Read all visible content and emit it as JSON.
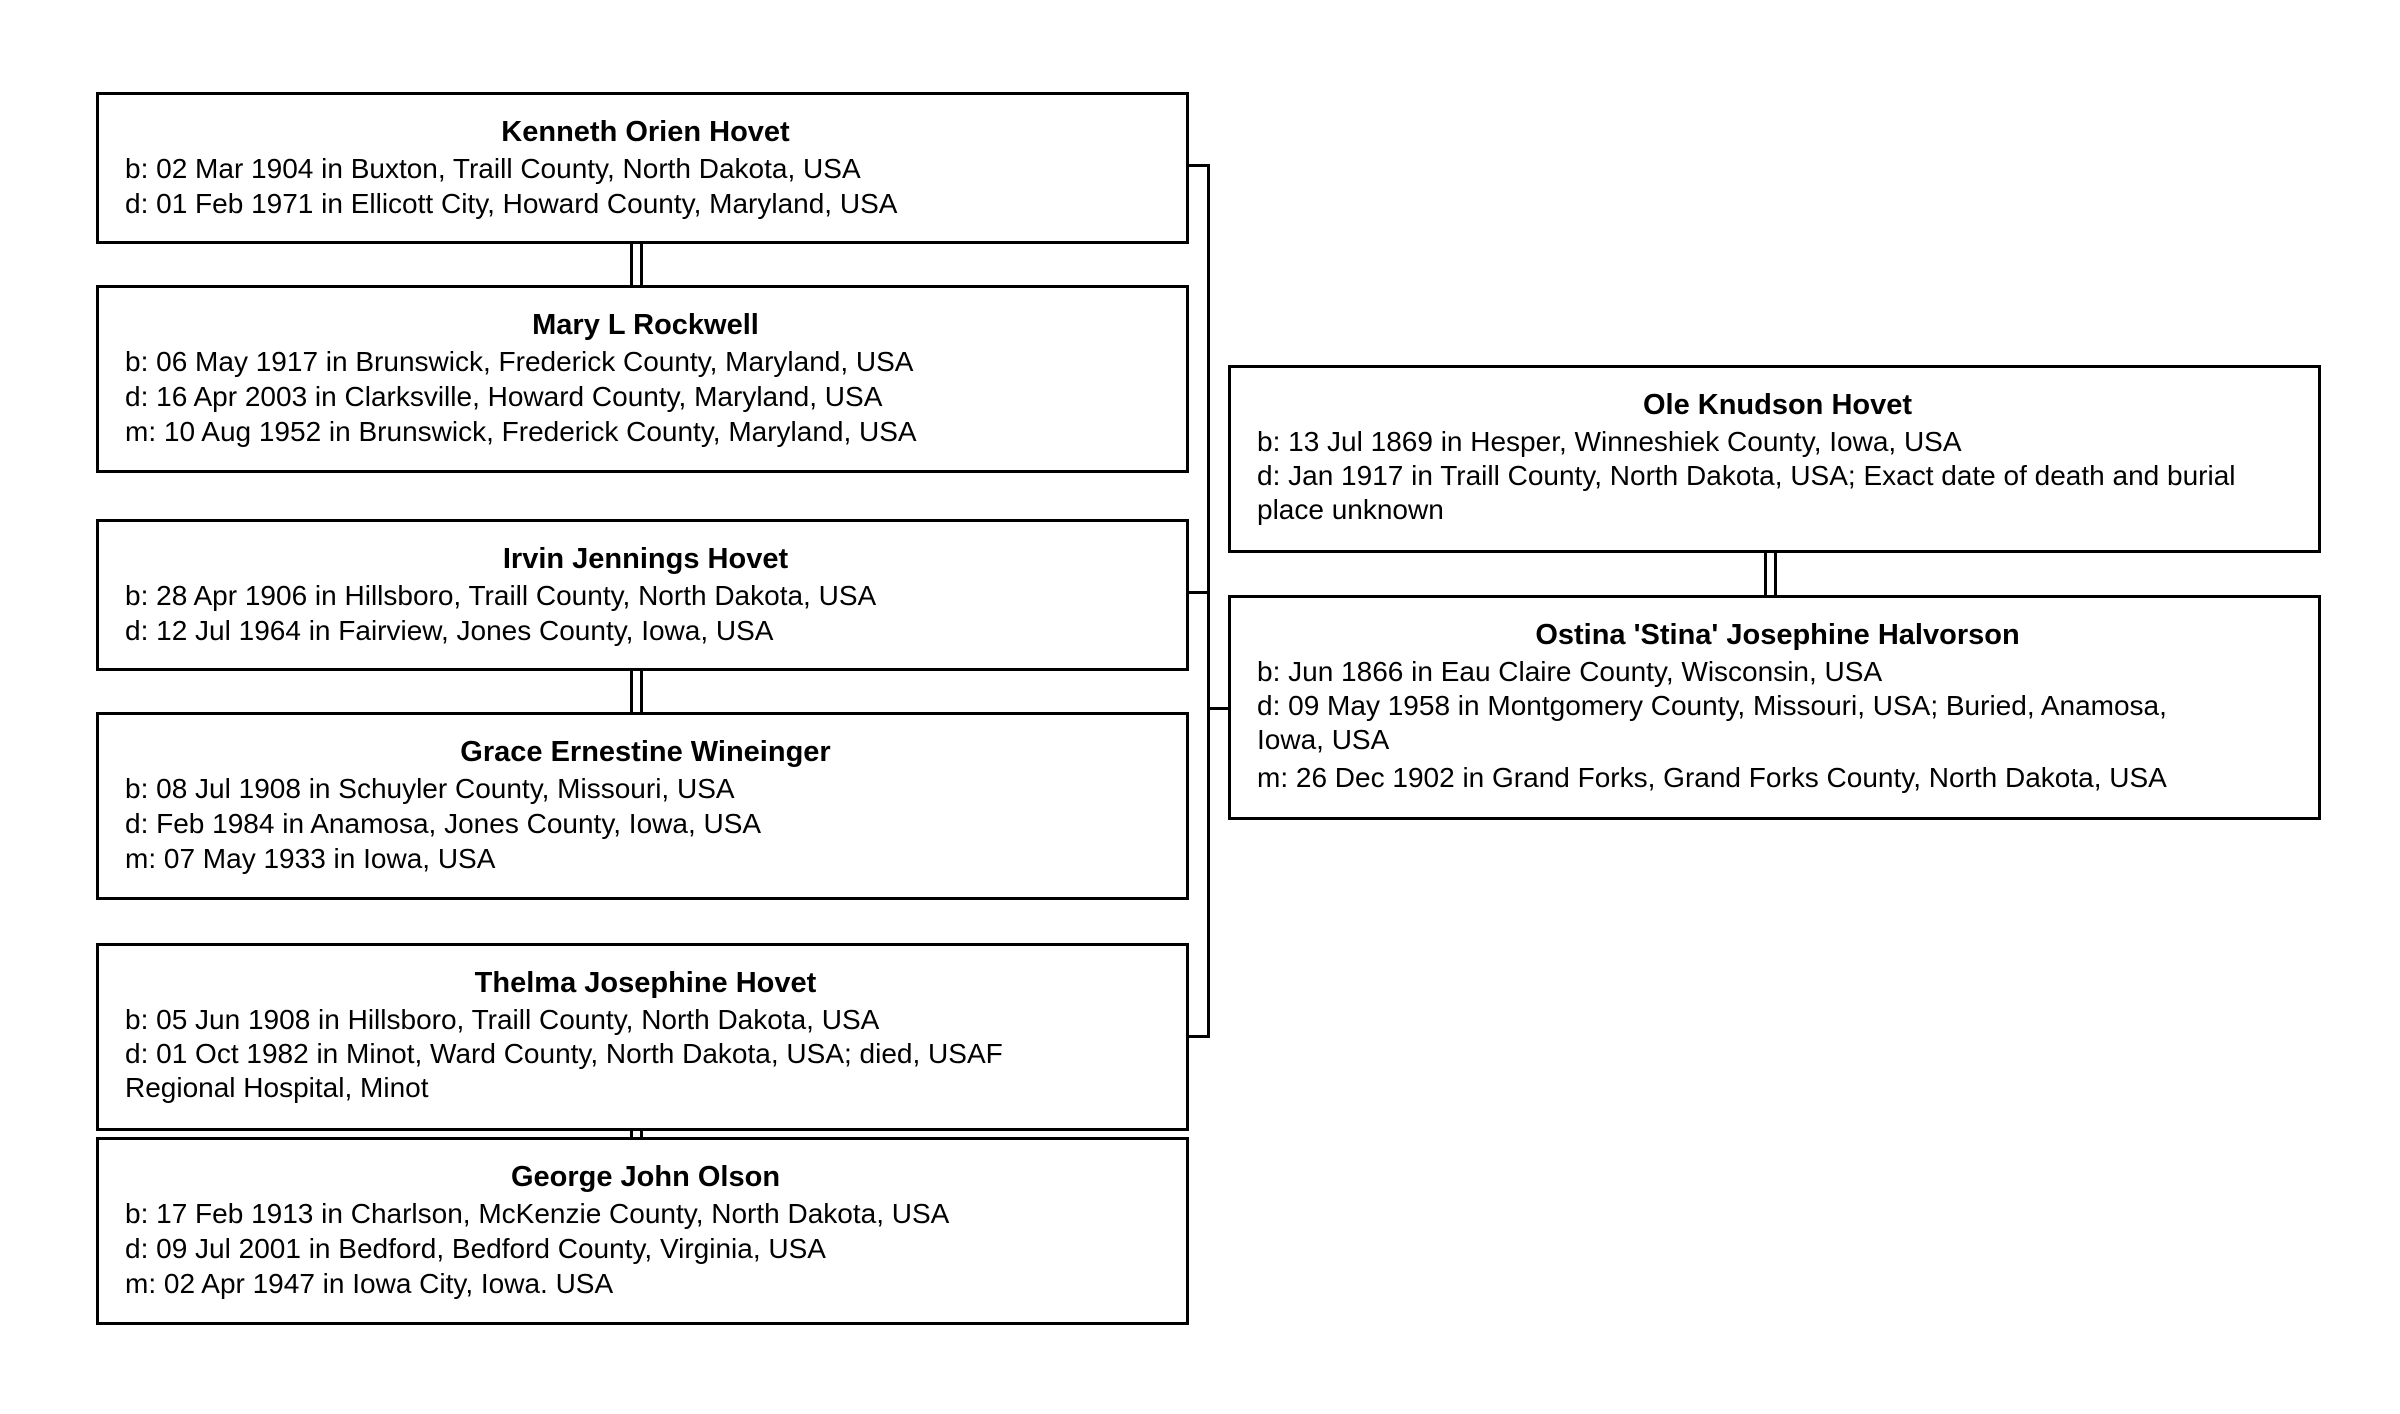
{
  "children": [
    {
      "person": {
        "name": "Kenneth Orien Hovet",
        "birth": "b: 02 Mar 1904 in Buxton, Traill County, North Dakota, USA",
        "death": "d: 01 Feb 1971 in Ellicott City, Howard County, Maryland, USA"
      },
      "spouse": {
        "name": "Mary L Rockwell",
        "birth": "b: 06 May 1917 in Brunswick, Frederick County, Maryland, USA",
        "death": "d: 16 Apr 2003 in Clarksville, Howard County, Maryland, USA",
        "marriage": "m: 10 Aug 1952 in Brunswick, Frederick County, Maryland, USA"
      }
    },
    {
      "person": {
        "name": "Irvin Jennings Hovet",
        "birth": "b: 28 Apr 1906 in Hillsboro, Traill County, North Dakota, USA",
        "death": "d: 12 Jul 1964 in Fairview, Jones County, Iowa, USA"
      },
      "spouse": {
        "name": "Grace Ernestine Wineinger",
        "birth": "b: 08 Jul 1908 in Schuyler County, Missouri, USA",
        "death": "d: Feb 1984 in Anamosa, Jones County, Iowa, USA",
        "marriage": "m: 07 May 1933 in Iowa, USA"
      }
    },
    {
      "person": {
        "name": "Thelma Josephine Hovet",
        "birth": "b: 05 Jun 1908 in Hillsboro, Traill County, North Dakota, USA",
        "death": "d: 01 Oct 1982 in Minot, Ward County, North Dakota, USA; died, USAF Regional Hospital, Minot"
      },
      "spouse": {
        "name": "George John Olson",
        "birth": "b: 17 Feb 1913 in Charlson, McKenzie County, North Dakota, USA",
        "death": "d: 09 Jul 2001 in Bedford, Bedford County, Virginia, USA",
        "marriage": "m: 02 Apr 1947 in Iowa City, Iowa. USA"
      }
    }
  ],
  "parents": {
    "father": {
      "name": "Ole Knudson Hovet",
      "birth": "b: 13 Jul 1869 in Hesper, Winneshiek County, Iowa, USA",
      "death": "d: Jan 1917 in Traill County, North Dakota, USA; Exact date of death and burial place unknown"
    },
    "mother": {
      "name": "Ostina 'Stina' Josephine Halvorson",
      "birth": "b: Jun 1866 in Eau Claire County, Wisconsin, USA",
      "death": "d: 09 May 1958 in Montgomery County, Missouri, USA; Buried, Anamosa, Iowa, USA",
      "marriage": "m: 26 Dec 1902 in Grand Forks, Grand Forks County, North Dakota, USA"
    }
  }
}
